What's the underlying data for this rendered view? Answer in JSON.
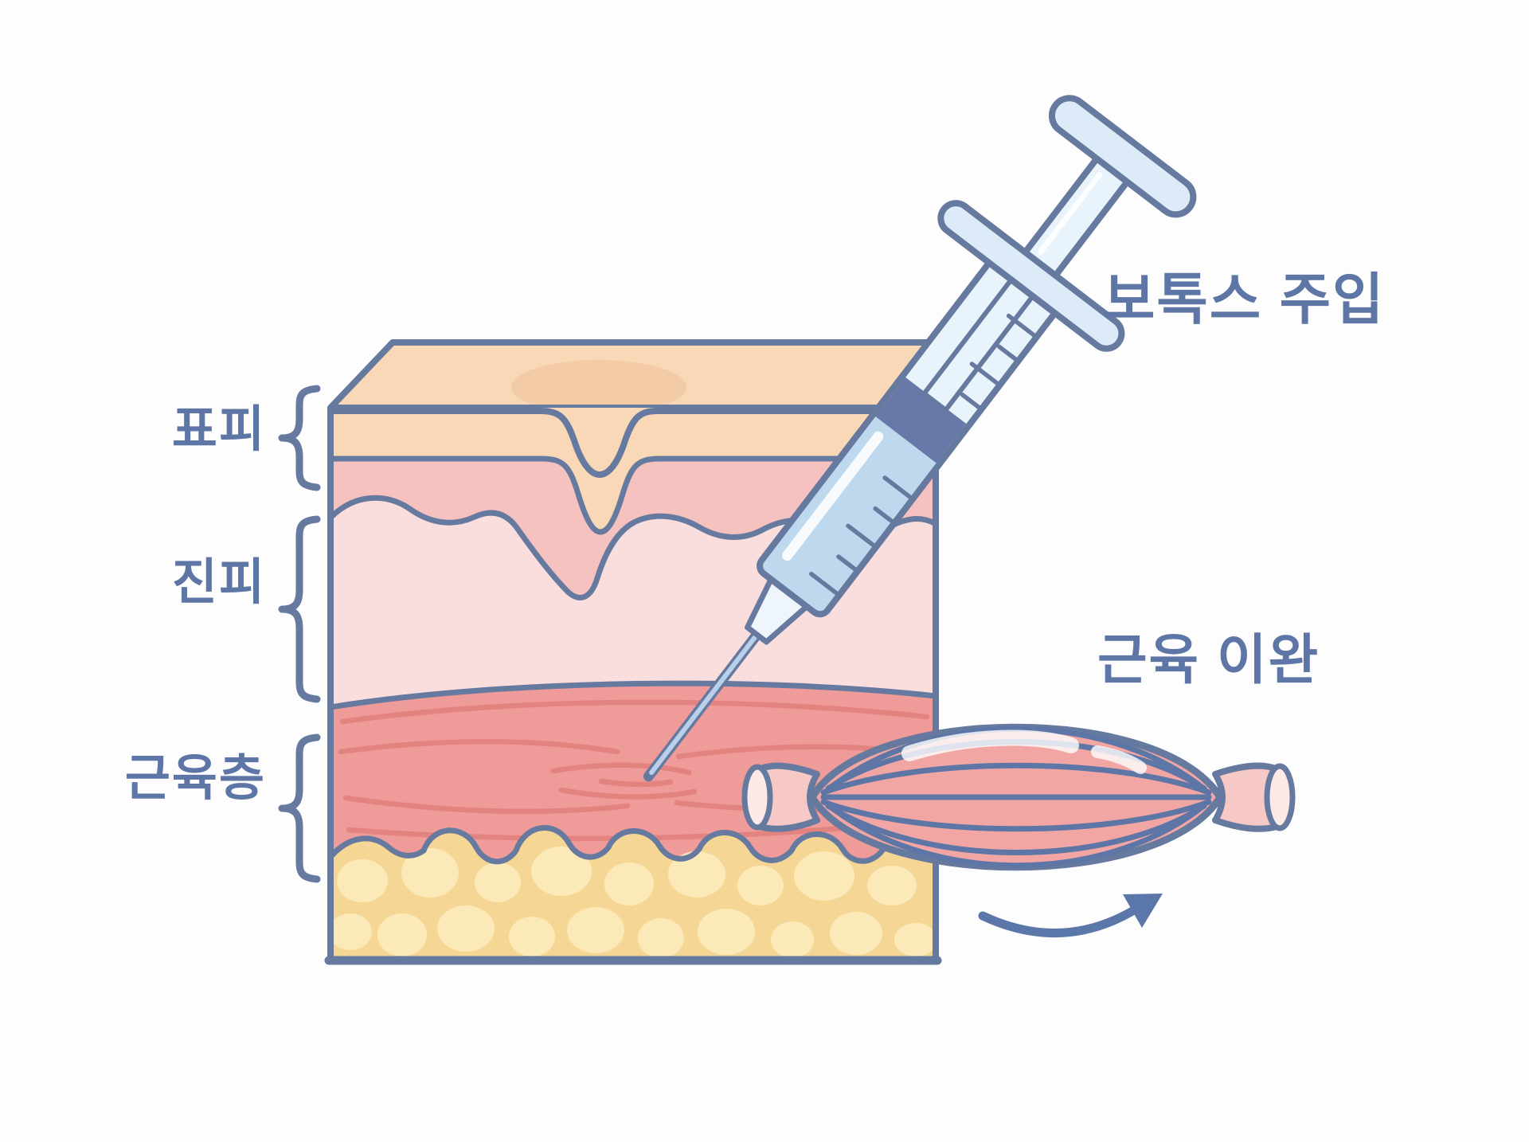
{
  "diagram": {
    "title_label": "보톡스 주입",
    "labels": {
      "epidermis": "표피",
      "dermis": "진피",
      "muscle_layer": "근육층",
      "botox_injection": "보톡스 주입",
      "muscle_relaxation": "근육 이완"
    },
    "icons": [
      "syringe-icon",
      "skin-cross-section-icon",
      "relaxed-muscle-icon",
      "curved-arrow-icon",
      "brace-icon"
    ],
    "colors": {
      "background": "#fdfdfd",
      "outline_blue": "#66799f",
      "label_blue": "#5d76a6",
      "epidermis_peach": "#f8d8b6",
      "upper_dermis_pink": "#f5c2c0",
      "dermis_light_pink": "#fadddd",
      "muscle_salmon": "#ef9b99",
      "muscle_striation": "#e3837f",
      "fat_amber": "#f6d694",
      "fat_blob": "#fbe9b8",
      "syringe_light_blue": "#e9f3fb",
      "syringe_liquid_blue": "#bed8ee",
      "plunger_seal_slate": "#6878a8",
      "muscle_belly": "#f1a6a4",
      "tendon_pink": "#f6c9c7",
      "arrow_blue": "#5b76a8"
    }
  }
}
